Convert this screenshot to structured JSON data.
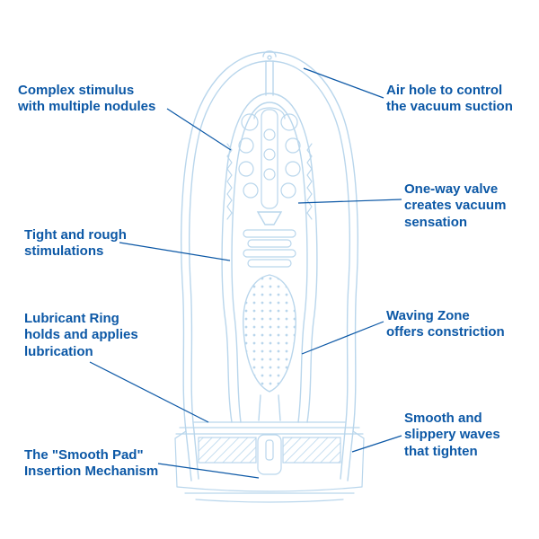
{
  "colors": {
    "label_text": "#0c58a6",
    "leader_line": "#0c58a6",
    "artwork_line": "#b9d6ec"
  },
  "labels": {
    "complex_stimulus": "Complex stimulus\nwith multiple nodules",
    "air_hole": "Air hole to control\nthe vacuum suction",
    "one_way_valve": "One-way valve\ncreates vacuum\nsensation",
    "tight_rough": "Tight and rough\nstimulations",
    "waving_zone": "Waving Zone\noffers constriction",
    "lubricant_ring": "Lubricant Ring\nholds and applies\nlubrication",
    "smooth_pad": "The \"Smooth Pad\"\nInsertion Mechanism",
    "smooth_slippery": "Smooth and\nslippery waves\nthat tighten"
  }
}
